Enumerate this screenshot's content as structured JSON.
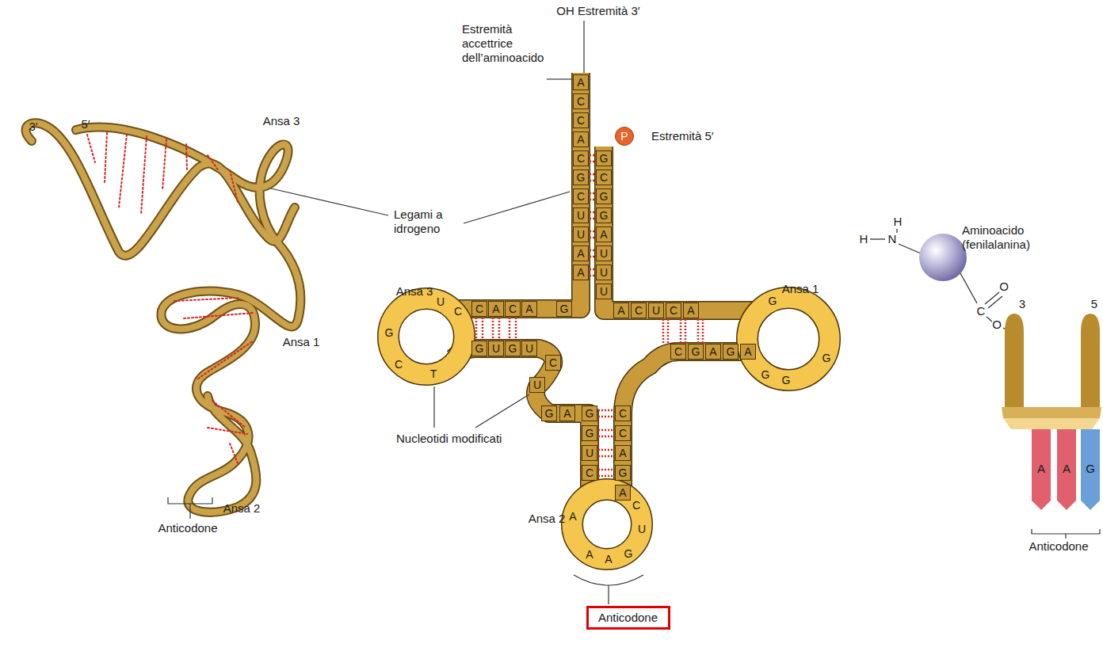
{
  "diagram": {
    "nodes": [
      {
        "text": [
          "P"
        ]
      },
      {
        "text": [
          "Anticodone"
        ]
      }
    ],
    "labels": [
      "3′",
      "5′",
      "Ansa 3",
      "Ansa 1",
      "Ansa 2",
      "Anticodone",
      "Legami a idrogeno",
      "OH Estremità 3′",
      "Estremità accettrice dell’aminoacido",
      "Estremità 5′",
      "Nucleotidi modificati",
      "Ansa 3",
      "Ansa 1",
      "Ansa 2",
      "A",
      "C",
      "C",
      "A",
      "C",
      "G",
      "C",
      "U",
      "U",
      "A",
      "A",
      "G",
      "C",
      "G",
      "G",
      "A",
      "U",
      "U",
      "U",
      "C",
      "A",
      "C",
      "A",
      "G",
      "U",
      "C",
      "G",
      "C",
      "T",
      "G",
      "U",
      "G",
      "U",
      "C",
      "U",
      "G",
      "A",
      "G",
      "G",
      "U",
      "C",
      "C",
      "C",
      "A",
      "G",
      "A",
      "A",
      "A",
      "A",
      "G",
      "U",
      "C",
      "A",
      "C",
      "U",
      "C",
      "A",
      "G",
      "G",
      "G",
      "G",
      "C",
      "G",
      "A",
      "G",
      "A",
      "H",
      "H",
      "N",
      "Aminoacido (fenilalanina)",
      "C",
      "O",
      "O",
      "3",
      "5",
      "A",
      "A",
      "G",
      "Anticodone"
    ]
  }
}
